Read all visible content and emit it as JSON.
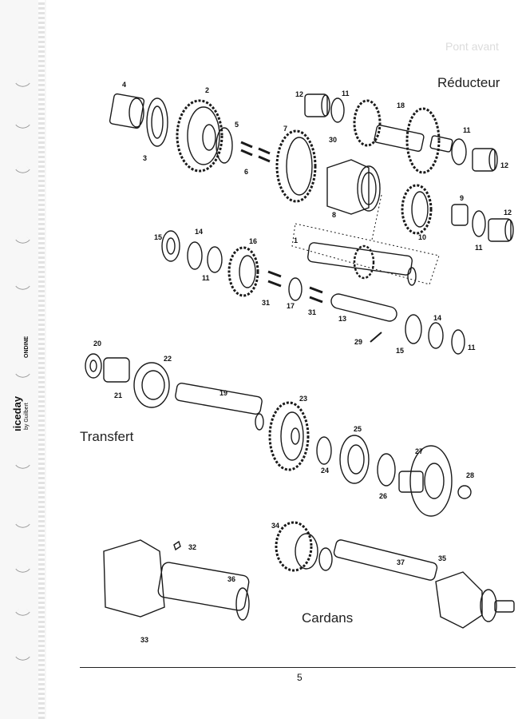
{
  "binder": {
    "brand_main": "ıiceday",
    "brand_sub": "by Guilbert",
    "tag": "ONDINE"
  },
  "ghost_text": "Pont avant",
  "sections": {
    "reducteur": "Réducteur",
    "transfert": "Transfert",
    "cardans": "Cardans"
  },
  "callouts": [
    "1",
    "2",
    "3",
    "4",
    "5",
    "6",
    "7",
    "8",
    "9",
    "10",
    "11",
    "11",
    "11",
    "11",
    "11",
    "12",
    "12",
    "12",
    "13",
    "14",
    "14",
    "15",
    "15",
    "16",
    "17",
    "18",
    "19",
    "20",
    "21",
    "22",
    "23",
    "24",
    "25",
    "26",
    "27",
    "28",
    "29",
    "30",
    "31",
    "31",
    "32",
    "33",
    "34",
    "35",
    "36",
    "37"
  ],
  "page_number": "5"
}
